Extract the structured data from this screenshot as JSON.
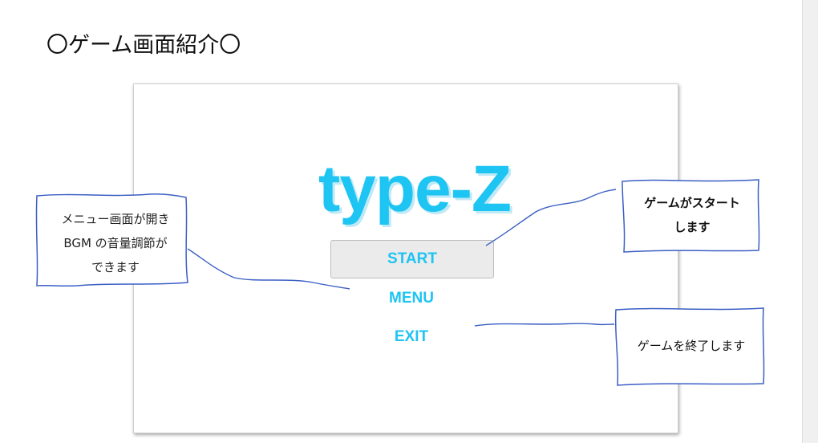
{
  "page": {
    "title": "〇ゲーム画面紹介〇"
  },
  "game_screen": {
    "logo": "type-Z",
    "menu": {
      "start": "START",
      "menu": "MENU",
      "exit": "EXIT"
    }
  },
  "callouts": {
    "menu_note": "メニュー画面が開き\nBGM の音量調節が\nできます",
    "start_note": "ゲームがスタート\nします",
    "exit_note": "ゲームを終了します"
  },
  "colors": {
    "accent": "#1ec4f2",
    "annotation_line": "#3b5fc4",
    "button_bg": "#ebebeb"
  }
}
